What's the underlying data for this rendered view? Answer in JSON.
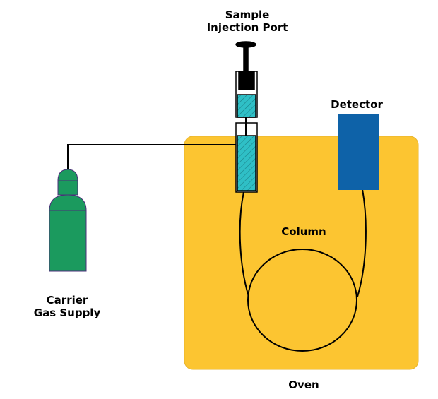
{
  "labels": {
    "injection_port": [
      "Sample",
      "Injection Port"
    ],
    "detector": "Detector",
    "column": "Column",
    "carrier_gas": [
      "Carrier",
      "Gas Supply"
    ],
    "oven": "Oven"
  },
  "colors": {
    "oven": "#fcc531",
    "oven_border": "#e7b42e",
    "detector": "#0e62a8",
    "gas_cylinder": "#1b9a5e",
    "sample_fill": "#2fbfc6",
    "line": "#000000",
    "background": "#ffffff"
  }
}
